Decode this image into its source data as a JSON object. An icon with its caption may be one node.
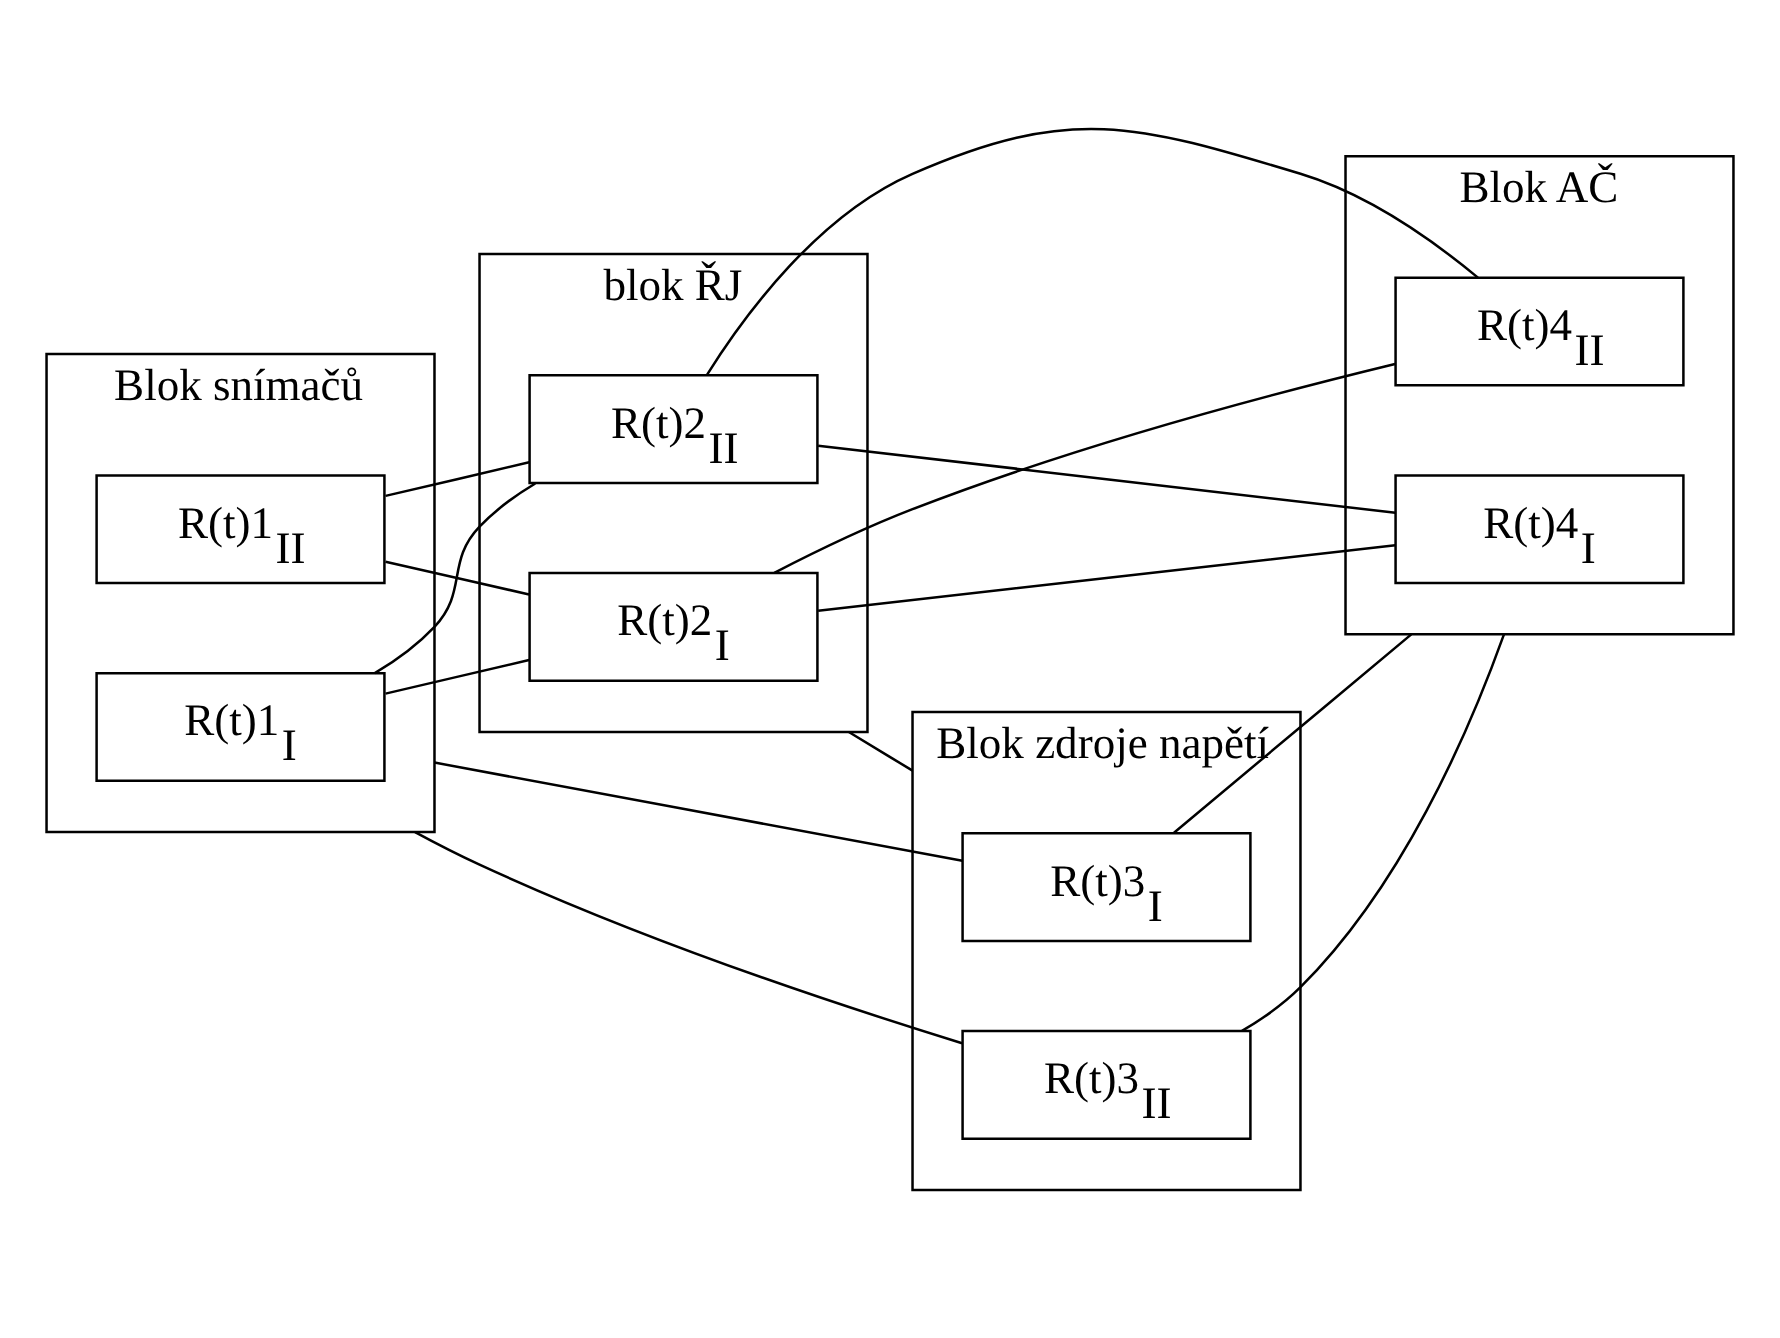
{
  "diagram": {
    "nodes": [
      {
        "text": [
          "Blok snímačů"
        ]
      },
      {
        "text": [
          "R(t)1$_{I}$"
        ],
        "in": 0
      },
      {
        "text": [
          "R(t)1$_{II}$"
        ],
        "in": 0
      },
      {
        "text": [
          "blok ŘJ"
        ]
      },
      {
        "text": [
          "R(t)2$_{I}$"
        ],
        "in": 3
      },
      {
        "text": [
          "R(t)2$_{II}$"
        ],
        "in": 3
      },
      {
        "text": [
          "Blok AČ"
        ]
      },
      {
        "text": [
          "R(t)4$_{I}$"
        ],
        "in": 6
      },
      {
        "text": [
          "R(t)4$_{II}$"
        ],
        "in": 6
      },
      {
        "text": [
          "Blok zdroje napětí"
        ]
      },
      {
        "text": [
          "R(t)3$_{I}$"
        ],
        "in": 9
      },
      {
        "text": [
          "R(t)3$_{II}$"
        ],
        "in": 9
      }
    ],
    "edges": [
      {
        "from": 1,
        "to": 4,
        "arrow": "none"
      },
      {
        "from": 1,
        "to": 5,
        "arrow": "none"
      },
      {
        "from": 2,
        "to": 4,
        "arrow": "none"
      },
      {
        "from": 2,
        "to": 5,
        "arrow": "none"
      },
      {
        "from": 4,
        "to": 7,
        "arrow": "none"
      },
      {
        "from": 4,
        "to": 8,
        "arrow": "none"
      },
      {
        "from": 5,
        "to": 7,
        "arrow": "none"
      },
      {
        "from": 5,
        "to": 8,
        "arrow": "none"
      },
      {
        "from": 3,
        "to": 9,
        "arrow": "none"
      },
      {
        "from": 0,
        "to": 10,
        "arrow": "none"
      },
      {
        "from": 0,
        "to": 11,
        "arrow": "none"
      },
      {
        "from": 10,
        "to": 6,
        "arrow": "none"
      },
      {
        "from": 11,
        "to": 6,
        "arrow": "none"
      }
    ]
  }
}
